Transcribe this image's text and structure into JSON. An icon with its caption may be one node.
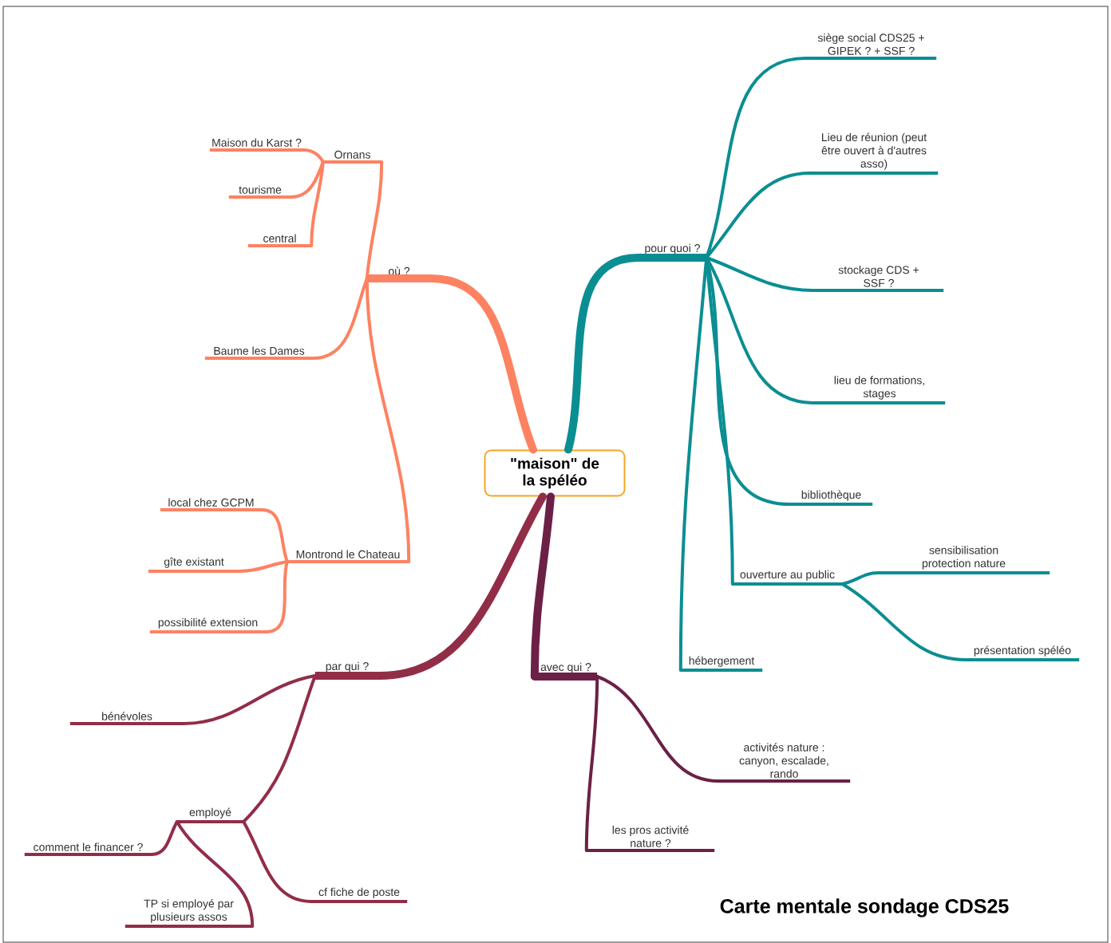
{
  "diagram": {
    "title": "Carte mentale sondage CDS25",
    "nodes": [
      {
        "text": [
          "\"maison\" de la spéléo"
        ]
      },
      {
        "text": [
          "où ?"
        ]
      },
      {
        "text": [
          "Ornans"
        ]
      },
      {
        "text": [
          "Maison du Karst ?"
        ]
      },
      {
        "text": [
          "tourisme"
        ]
      },
      {
        "text": [
          "central"
        ]
      },
      {
        "text": [
          "Baume les Dames"
        ]
      },
      {
        "text": [
          "Montrond le Chateau"
        ]
      },
      {
        "text": [
          "local chez GCPM"
        ]
      },
      {
        "text": [
          "gîte existant"
        ]
      },
      {
        "text": [
          "possibilité extension"
        ]
      },
      {
        "text": [
          "pour quoi ?"
        ]
      },
      {
        "text": [
          "siège social CDS25 + GIPEK ? + SSF ?"
        ]
      },
      {
        "text": [
          "Lieu de réunion (peut être ouvert à d'autres asso)"
        ]
      },
      {
        "text": [
          "stockage CDS + SSF ?"
        ]
      },
      {
        "text": [
          "lieu de formations, stages"
        ]
      },
      {
        "text": [
          "bibliothèque"
        ]
      },
      {
        "text": [
          "ouverture au public"
        ]
      },
      {
        "text": [
          "hébergement"
        ]
      },
      {
        "text": [
          "sensibilisation protection nature"
        ]
      },
      {
        "text": [
          "présentation spéléo"
        ]
      },
      {
        "text": [
          "par qui ?"
        ]
      },
      {
        "text": [
          "bénévoles"
        ]
      },
      {
        "text": [
          "employé"
        ]
      },
      {
        "text": [
          "comment le financer ?"
        ]
      },
      {
        "text": [
          "TP si employé par plusieurs assos"
        ]
      },
      {
        "text": [
          "cf fiche de poste"
        ]
      },
      {
        "text": [
          "avec qui ?"
        ]
      },
      {
        "text": [
          "activités nature : canyon, escalade, rando"
        ]
      },
      {
        "text": [
          "les pros activité nature ?"
        ]
      }
    ],
    "edges": [
      {
        "from": 0,
        "to": 1,
        "arrow": "none",
        "style": "thick",
        "color": "#fd8262"
      },
      {
        "from": 1,
        "to": 2,
        "arrow": "none",
        "color": "#fd8262"
      },
      {
        "from": 2,
        "to": 3,
        "arrow": "none",
        "color": "#fd8262"
      },
      {
        "from": 2,
        "to": 4,
        "arrow": "none",
        "color": "#fd8262"
      },
      {
        "from": 2,
        "to": 5,
        "arrow": "none",
        "color": "#fd8262"
      },
      {
        "from": 1,
        "to": 6,
        "arrow": "none",
        "color": "#fd8262"
      },
      {
        "from": 1,
        "to": 7,
        "arrow": "none",
        "color": "#fd8262"
      },
      {
        "from": 7,
        "to": 8,
        "arrow": "none",
        "color": "#fd8262"
      },
      {
        "from": 7,
        "to": 9,
        "arrow": "none",
        "color": "#fd8262"
      },
      {
        "from": 7,
        "to": 10,
        "arrow": "none",
        "color": "#fd8262"
      },
      {
        "from": 0,
        "to": 11,
        "arrow": "none",
        "style": "thick",
        "color": "#0b8e92"
      },
      {
        "from": 11,
        "to": 12,
        "arrow": "none",
        "color": "#0b8e92"
      },
      {
        "from": 11,
        "to": 13,
        "arrow": "none",
        "color": "#0b8e92"
      },
      {
        "from": 11,
        "to": 14,
        "arrow": "none",
        "color": "#0b8e92"
      },
      {
        "from": 11,
        "to": 15,
        "arrow": "none",
        "color": "#0b8e92"
      },
      {
        "from": 11,
        "to": 16,
        "arrow": "none",
        "color": "#0b8e92"
      },
      {
        "from": 11,
        "to": 17,
        "arrow": "none",
        "color": "#0b8e92"
      },
      {
        "from": 11,
        "to": 18,
        "arrow": "none",
        "color": "#0b8e92"
      },
      {
        "from": 17,
        "to": 19,
        "arrow": "none",
        "color": "#0b8e92"
      },
      {
        "from": 17,
        "to": 20,
        "arrow": "none",
        "color": "#0b8e92"
      },
      {
        "from": 0,
        "to": 21,
        "arrow": "none",
        "style": "thick",
        "color": "#922d48"
      },
      {
        "from": 21,
        "to": 22,
        "arrow": "none",
        "color": "#922d48"
      },
      {
        "from": 21,
        "to": 23,
        "arrow": "none",
        "color": "#922d48"
      },
      {
        "from": 23,
        "to": 24,
        "arrow": "none",
        "color": "#922d48"
      },
      {
        "from": 23,
        "to": 25,
        "arrow": "none",
        "color": "#922d48"
      },
      {
        "from": 23,
        "to": 26,
        "arrow": "none",
        "color": "#922d48"
      },
      {
        "from": 0,
        "to": 27,
        "arrow": "none",
        "style": "thick",
        "color": "#6c2045"
      },
      {
        "from": 27,
        "to": 28,
        "arrow": "none",
        "color": "#6c2045"
      },
      {
        "from": 27,
        "to": 29,
        "arrow": "none",
        "color": "#6c2045"
      }
    ]
  }
}
